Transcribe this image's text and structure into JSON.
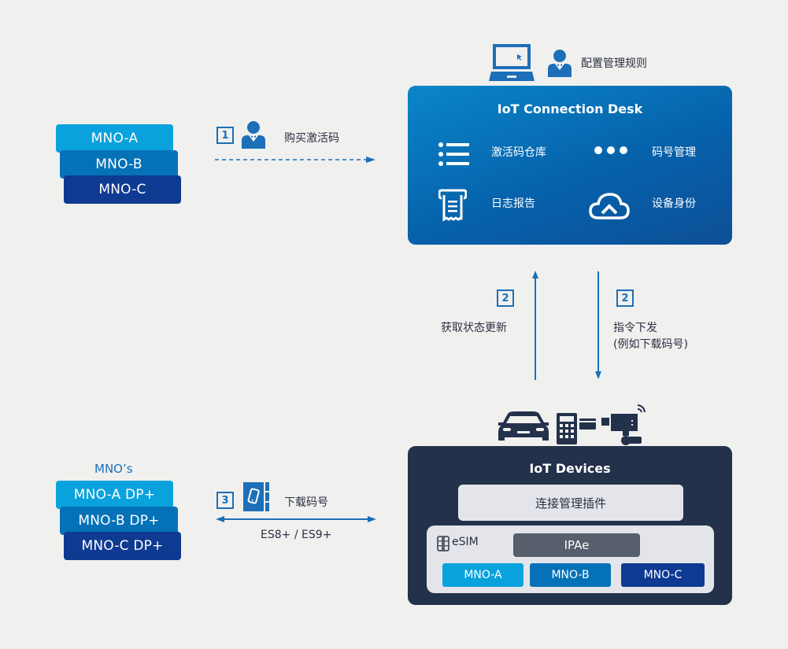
{
  "operators_top": {
    "items": [
      {
        "label": "MNO-A",
        "color": "#0aa2dc"
      },
      {
        "label": "MNO-B",
        "color": "#0572b8"
      },
      {
        "label": "MNO-C",
        "color": "#0f3a92"
      }
    ]
  },
  "step1": {
    "number": "1",
    "label": "购买激活码",
    "icon": "user-icon"
  },
  "admin": {
    "label": "配置管理规则",
    "icons": [
      "laptop-icon",
      "user-icon"
    ]
  },
  "desk": {
    "title": "IoT Connection Desk",
    "features": [
      {
        "label": "激活码仓库",
        "icon": "list-icon"
      },
      {
        "label": "码号管理",
        "icon": "more-dots-icon"
      },
      {
        "label": "日志报告",
        "icon": "receipt-icon"
      },
      {
        "label": "设备身份",
        "icon": "cloud-upload-icon"
      }
    ]
  },
  "step2_up": {
    "number": "2",
    "label": "获取状态更新"
  },
  "step2_down": {
    "number": "2",
    "label_line1": "指令下发",
    "label_line2": "(例如下载码号)"
  },
  "device_icons": [
    "car-icon",
    "pos-terminal-icon",
    "camera-icon"
  ],
  "devices": {
    "title": "IoT Devices",
    "plugin": "连接管理插件",
    "esim_label": "eSIM",
    "ipae": "IPAe",
    "profiles": [
      {
        "label": "MNO-A",
        "color": "#0aa2dc"
      },
      {
        "label": "MNO-B",
        "color": "#0572b8"
      },
      {
        "label": "MNO-C",
        "color": "#0f3a92"
      }
    ]
  },
  "operators_bottom": {
    "heading": "MNO’s",
    "items": [
      {
        "label": "MNO-A DP+",
        "color": "#0aa2dc"
      },
      {
        "label": "MNO-B DP+",
        "color": "#0572b8"
      },
      {
        "label": "MNO-C DP+",
        "color": "#0f3a92"
      }
    ]
  },
  "step3": {
    "number": "3",
    "label": "下载码号",
    "protocol": "ES8+ / ES9+",
    "icon": "phone-book-icon"
  },
  "colors": {
    "accent": "#1c6fb8",
    "desk_bg": "#0662ab",
    "devices_bg": "#23314b",
    "background": "#f0f0ef"
  }
}
